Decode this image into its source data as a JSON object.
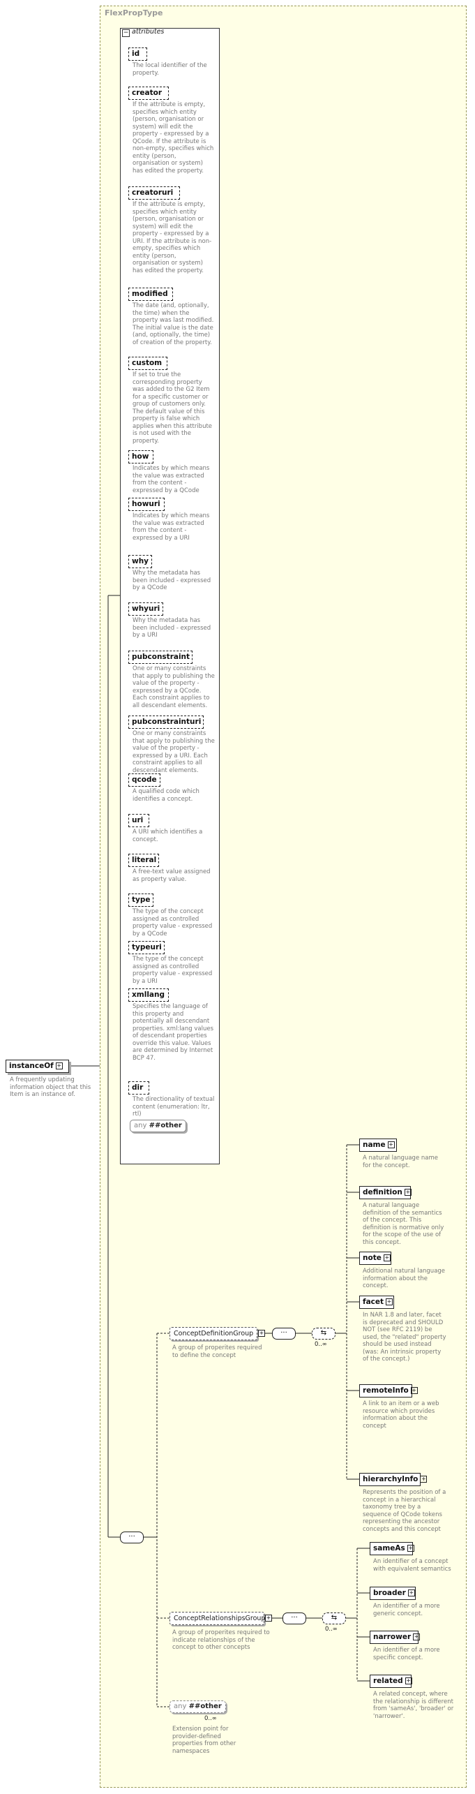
{
  "type_name": "FlexPropType",
  "attributes_label": "attributes",
  "root": {
    "name": "instanceOf",
    "doc": "A frequently updating information object that this Item is an instance of."
  },
  "attributes": [
    {
      "name": "id",
      "doc": "The local identifier of the property."
    },
    {
      "name": "creator",
      "doc": "If the attribute is empty, specifies which entity (person, organisation or system) will edit the property - expressed by a QCode. If the attribute is non-empty, specifies which entity (person, organisation or system) has edited the property."
    },
    {
      "name": "creatoruri",
      "doc": "If the attribute is empty, specifies which entity (person, organisation or system) will edit the property - expressed by a URI. If the attribute is non-empty, specifies which entity (person, organisation or system) has edited the property."
    },
    {
      "name": "modified",
      "doc": "The date (and, optionally, the time) when the property was last modified. The initial value is the date (and, optionally, the time) of creation of the property."
    },
    {
      "name": "custom",
      "doc": "If set to true the corresponding property was added to the G2 Item for a specific customer or group of customers only. The default value of this property is false which applies when this attribute is not used with the property."
    },
    {
      "name": "how",
      "doc": "Indicates by which means the value was extracted from the content - expressed by a QCode"
    },
    {
      "name": "howuri",
      "doc": "Indicates by which means the value was extracted from the content - expressed by a URI"
    },
    {
      "name": "why",
      "doc": "Why the metadata has been included - expressed by a QCode"
    },
    {
      "name": "whyuri",
      "doc": "Why the metadata has been included - expressed by a URI"
    },
    {
      "name": "pubconstraint",
      "doc": "One or many constraints that apply to publishing the value of the property - expressed by a QCode. Each constraint applies to all descendant elements."
    },
    {
      "name": "pubconstrainturi",
      "doc": "One or many constraints that apply to publishing the value of the property - expressed by a URI. Each constraint applies to all descendant elements."
    },
    {
      "name": "qcode",
      "doc": "A qualified code which identifies a concept."
    },
    {
      "name": "uri",
      "doc": "A URI which identifies a concept."
    },
    {
      "name": "literal",
      "doc": "A free-text value assigned as property value."
    },
    {
      "name": "type",
      "doc": "The type of the concept assigned as controlled property value - expressed by a QCode"
    },
    {
      "name": "typeuri",
      "doc": "The type of the concept assigned as controlled property value - expressed by a URI"
    },
    {
      "name": "xmllang",
      "doc": "Specifies the language of this property and potentially all descendant properties. xml:lang values of descendant properties override this value. Values are determined by Internet BCP 47."
    },
    {
      "name": "dir",
      "doc": "The directionality of textual content (enumeration: ltr, rtl)"
    }
  ],
  "attr_any": {
    "prefix": "any",
    "value": "##other"
  },
  "groups": {
    "definition": {
      "name": "ConceptDefinitionGroup",
      "doc": "A group of properites required to define the concept",
      "cardinality": "0..∞",
      "elements": [
        {
          "name": "name",
          "doc": "A natural language name for the concept."
        },
        {
          "name": "definition",
          "doc": "A natural language definition of the semantics of the concept. This definition is normative only for the scope of the use of this concept."
        },
        {
          "name": "note",
          "doc": "Additional natural language information about the concept."
        },
        {
          "name": "facet",
          "doc": "In NAR 1.8 and later, facet is deprecated and SHOULD NOT (see RFC 2119) be used, the \"related\" property should be used instead (was: An intrinsic property of the concept.)"
        },
        {
          "name": "remoteInfo",
          "doc": "A link to an item or a web resource which provides information about the concept"
        },
        {
          "name": "hierarchyInfo",
          "doc": "Represents the position of a concept in a hierarchical taxonomy tree by a sequence of QCode tokens representing the ancestor concepts and this concept"
        }
      ]
    },
    "relationships": {
      "name": "ConceptRelationshipsGroup",
      "doc": "A group of properites required to indicate relationships of the concept to other concepts",
      "cardinality": "0..∞",
      "elements": [
        {
          "name": "sameAs",
          "doc": "An identifier of a concept with equivalent semantics"
        },
        {
          "name": "broader",
          "doc": "An identifier of a more generic concept."
        },
        {
          "name": "narrower",
          "doc": "An identifier of a more specific concept."
        },
        {
          "name": "related",
          "doc": "A related concept, where the relationship is different from 'sameAs', 'broader' or 'narrower'."
        }
      ]
    }
  },
  "other": {
    "prefix": "any",
    "value": "##other",
    "cardinality": "0..∞",
    "doc": "Extension point for provider-defined properties from other namespaces"
  },
  "colors": {
    "background": "#ffffe6",
    "border": "#9a9a5a",
    "doc_text": "#777777",
    "line": "#222222"
  }
}
